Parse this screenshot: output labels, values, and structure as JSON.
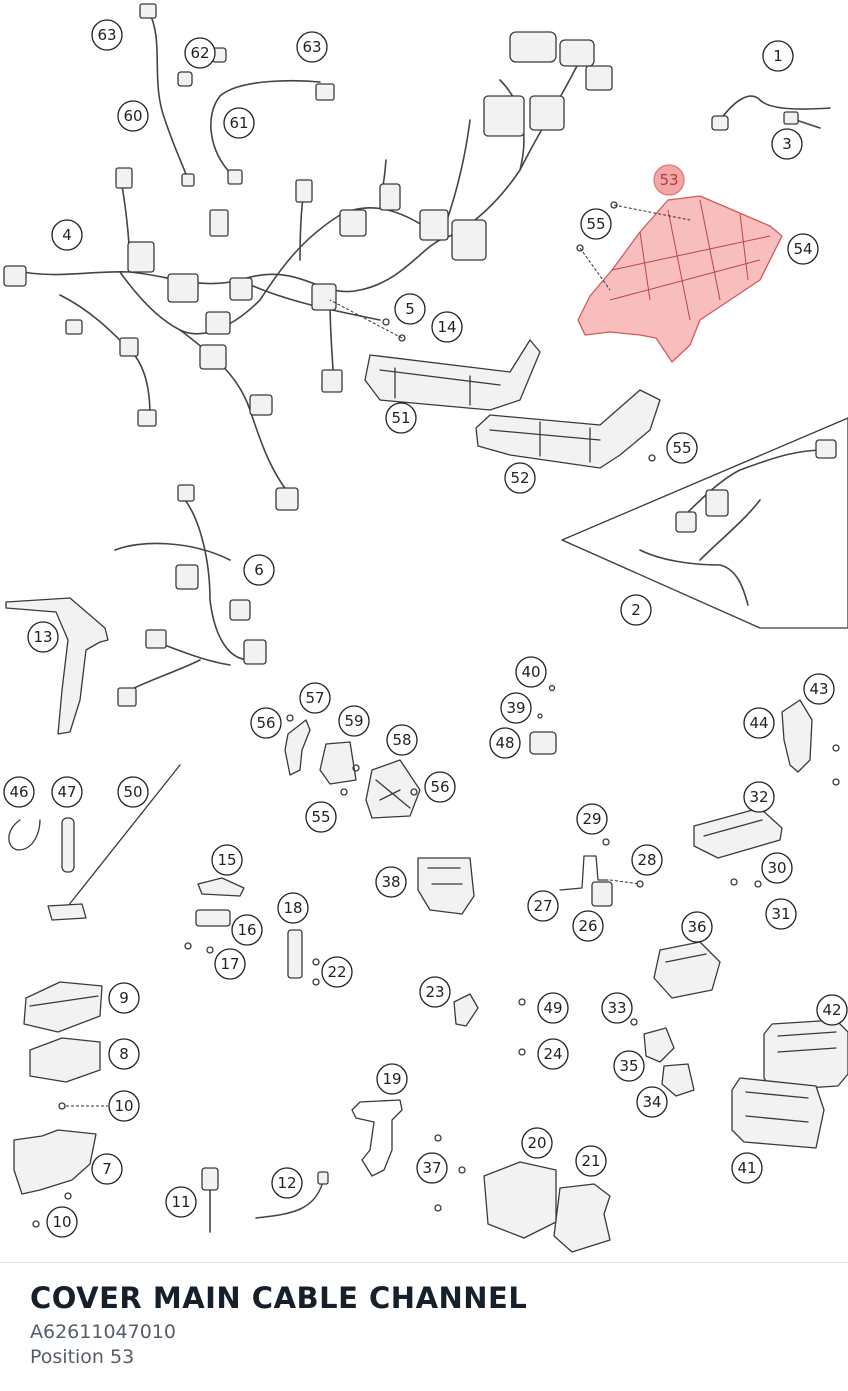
{
  "part": {
    "title": "COVER MAIN CABLE CHANNEL",
    "number": "A62611047010",
    "position": "Position 53"
  },
  "highlighted_callout": "53",
  "colors": {
    "highlight_fill": "#f4a6a6",
    "highlight_stroke": "#e07a7a",
    "title": "#15202b",
    "subtext": "#555e68"
  },
  "callouts": [
    "1",
    "2",
    "3",
    "4",
    "5",
    "6",
    "7",
    "8",
    "9",
    "10",
    "10",
    "11",
    "12",
    "13",
    "14",
    "15",
    "16",
    "17",
    "18",
    "19",
    "20",
    "21",
    "22",
    "23",
    "24",
    "26",
    "27",
    "28",
    "29",
    "30",
    "31",
    "32",
    "33",
    "34",
    "35",
    "36",
    "37",
    "38",
    "39",
    "40",
    "41",
    "42",
    "43",
    "44",
    "46",
    "47",
    "48",
    "49",
    "50",
    "51",
    "52",
    "53",
    "54",
    "55",
    "55",
    "55",
    "56",
    "56",
    "57",
    "58",
    "59",
    "60",
    "61",
    "62",
    "63",
    "63"
  ]
}
